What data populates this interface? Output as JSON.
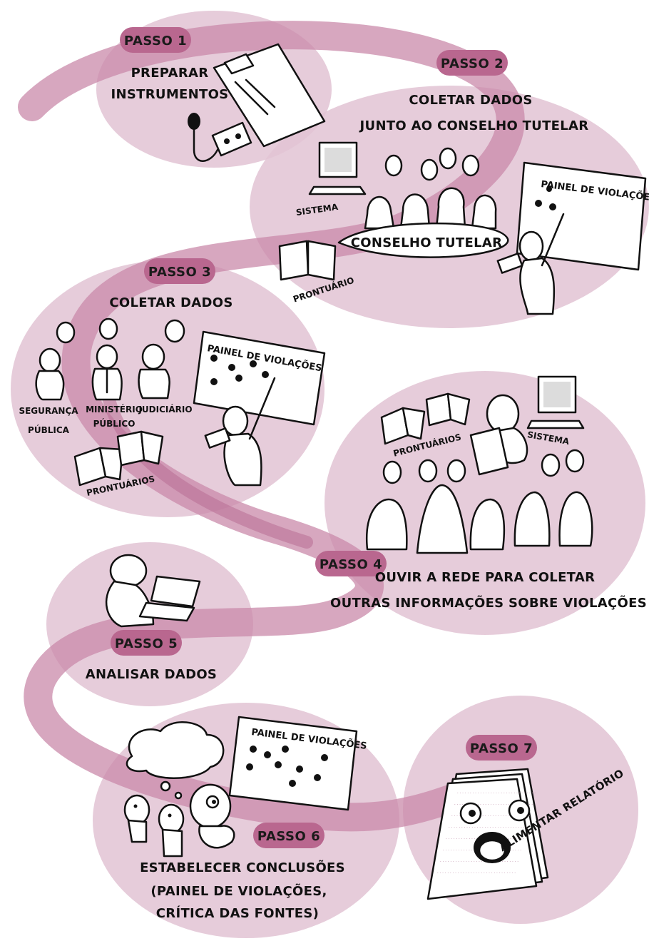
{
  "steps": [
    {
      "pill": "PASSO 1",
      "title_lines": [
        "PREPARAR",
        "INSTRUMENTOS"
      ]
    },
    {
      "pill": "PASSO 2",
      "title_lines": [
        "COLETAR DADOS",
        "JUNTO AO CONSELHO TUTELAR"
      ]
    },
    {
      "pill": "PASSO 3",
      "title_lines": [
        "COLETAR DADOS"
      ]
    },
    {
      "pill": "PASSO 4",
      "title_lines": [
        "OUVIR A REDE PARA COLETAR",
        "OUTRAS INFORMAÇÕES SOBRE VIOLAÇÕES"
      ]
    },
    {
      "pill": "PASSO 5",
      "title_lines": [
        "ANALISAR DADOS"
      ]
    },
    {
      "pill": "PASSO 6",
      "title_lines": [
        "ESTABELECER CONCLUSÕES",
        "(PAINEL DE VIOLAÇÕES,",
        "CRÍTICA DAS FONTES)"
      ]
    },
    {
      "pill": "PASSO 7",
      "title_lines": [
        "ALIMENTAR RELATÓRIO"
      ]
    }
  ],
  "labels": {
    "sistema": "SISTEMA",
    "prontuario": "PRONTUÁRIO",
    "prontuarios": "PRONTUÁRIOS",
    "conselho_tutelar": "CONSELHO TUTELAR",
    "painel_de_violacoes": "PAINEL DE VIOLAÇÕES",
    "seguranca_publica": [
      "SEGURANÇA",
      "PÚBLICA"
    ],
    "ministerio_publico": [
      "MINISTÉRIO",
      "PÚBLICO"
    ],
    "judiciario": "JUDICIÁRIO"
  },
  "colors": {
    "blob": "#e2c3d3",
    "ribbon": "#c98aaa",
    "pill": "#b9678f",
    "ink": "#111111"
  }
}
